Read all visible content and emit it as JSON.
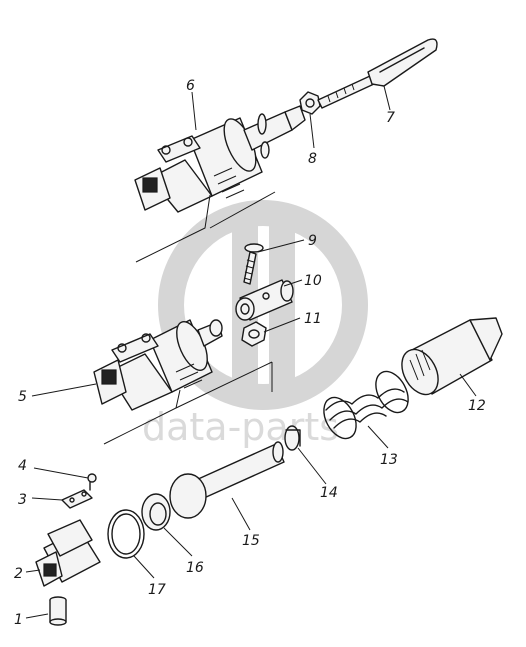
{
  "watermark": {
    "text": "data-parts",
    "color": "#d6d6d6"
  },
  "callouts": [
    {
      "id": "1",
      "label": "1"
    },
    {
      "id": "2",
      "label": "2"
    },
    {
      "id": "3",
      "label": "3"
    },
    {
      "id": "4",
      "label": "4"
    },
    {
      "id": "5",
      "label": "5"
    },
    {
      "id": "6",
      "label": "6"
    },
    {
      "id": "7",
      "label": "7"
    },
    {
      "id": "8",
      "label": "8"
    },
    {
      "id": "9",
      "label": "9"
    },
    {
      "id": "10",
      "label": "10"
    },
    {
      "id": "11",
      "label": "11"
    },
    {
      "id": "12",
      "label": "12"
    },
    {
      "id": "13",
      "label": "13"
    },
    {
      "id": "14",
      "label": "14"
    },
    {
      "id": "15",
      "label": "15"
    },
    {
      "id": "16",
      "label": "16"
    },
    {
      "id": "17",
      "label": "17"
    }
  ]
}
